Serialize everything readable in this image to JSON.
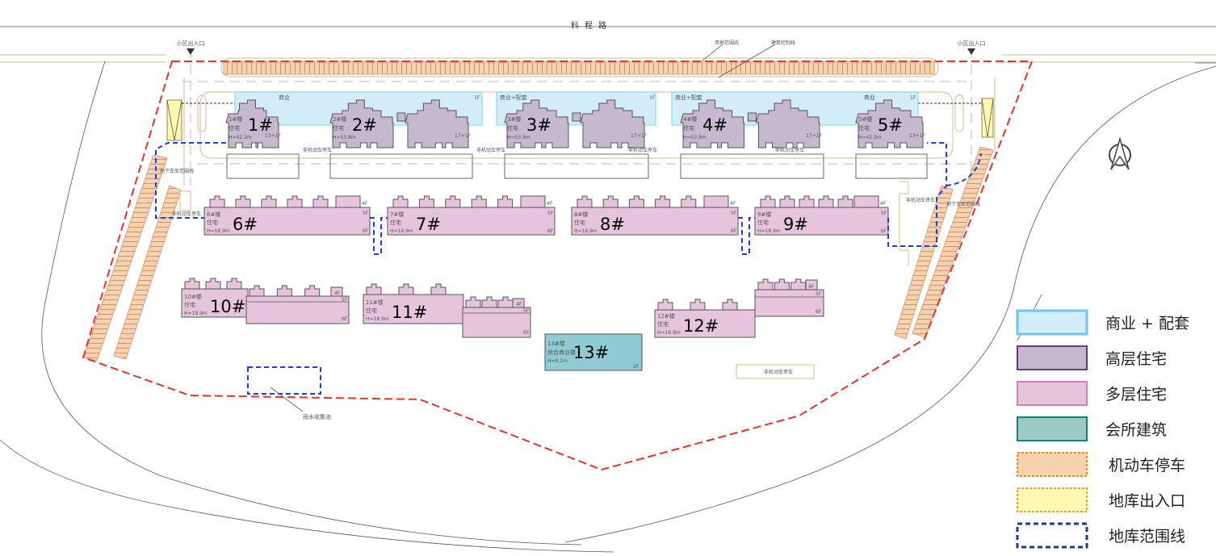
{
  "road_name": "科 程 路",
  "entrances": [
    "小区出入口",
    "小区出入口"
  ],
  "annotations": {
    "site_boundary": "用地范围线",
    "building_control": "建筑控制线",
    "basement_boundary": "地下车库范围线",
    "rain_pool": "雨水收集池",
    "nonmotor_parking": "非机动车停车"
  },
  "commercial": [
    {
      "label": "商业",
      "floors": "1F"
    },
    {
      "label": "商业+配套",
      "floors": "1F"
    },
    {
      "label": "商业+配套",
      "label2": "商业",
      "floors": "1F"
    }
  ],
  "buildings": [
    {
      "id": "1#",
      "name": "1#楼",
      "use": "住宅",
      "height": "H=42.2m",
      "floors": "13+1F"
    },
    {
      "id": "2#",
      "name": "2#楼",
      "use": "住宅",
      "height": "H=53.8m",
      "floors": "17+1F"
    },
    {
      "id": "3#",
      "name": "3#楼",
      "use": "住宅",
      "height": "H=53.8m",
      "floors": "17+1F"
    },
    {
      "id": "4#",
      "name": "4#楼",
      "use": "住宅",
      "height": "H=53.8m",
      "floors": "17+1F"
    },
    {
      "id": "5#",
      "name": "5#楼",
      "use": "住宅",
      "height": "H=42.2m",
      "floors": "13+1F"
    },
    {
      "id": "6#",
      "name": "6#楼",
      "use": "住宅",
      "height": "H=18.9m",
      "floors": [
        "4F",
        "5F",
        "6F"
      ]
    },
    {
      "id": "7#",
      "name": "7#楼",
      "use": "住宅",
      "height": "H=18.9m",
      "floors": [
        "4F",
        "5F",
        "6F"
      ]
    },
    {
      "id": "8#",
      "name": "8#楼",
      "use": "住宅",
      "height": "H=18.9m",
      "floors": [
        "4F",
        "5F",
        "6F"
      ]
    },
    {
      "id": "9#",
      "name": "9#楼",
      "use": "住宅",
      "height": "H=18.9m",
      "floors": [
        "4F",
        "5F",
        "6F"
      ]
    },
    {
      "id": "10#",
      "name": "10#楼",
      "use": "住宅",
      "height": "H=18.9m",
      "floors": [
        "4F",
        "5F",
        "6F"
      ]
    },
    {
      "id": "11#",
      "name": "11#楼",
      "use": "住宅",
      "height": "H=18.9m",
      "floors": [
        "4F",
        "5F",
        "6F"
      ]
    },
    {
      "id": "12#",
      "name": "12#楼",
      "use": "住宅",
      "height": "H=18.9m",
      "floors": [
        "4F",
        "5F",
        "6F"
      ]
    },
    {
      "id": "13#",
      "name": "13#楼",
      "use": "综合商业楼",
      "height": "H=8.2m",
      "floors": "2F"
    }
  ],
  "legend": [
    {
      "label": "商业 + 配套",
      "fill": "#d2ecf8",
      "stroke": "#6cc6ee"
    },
    {
      "label": "高层住宅",
      "fill": "#c6b8cd",
      "stroke": "#6a3a80"
    },
    {
      "label": "多层住宅",
      "fill": "#e6c4dc",
      "stroke": "#d080b8"
    },
    {
      "label": "会所建筑",
      "fill": "#9ccac4",
      "stroke": "#1a8070"
    },
    {
      "label": "机动车停车",
      "fill": "#f6d2ad",
      "stroke": "#f08a20"
    },
    {
      "label": "地库出入口",
      "fill": "#fff8b0",
      "stroke": "#f0a030"
    },
    {
      "label": "地库范围线",
      "fill": "#ffffff",
      "stroke": "#1a3a90"
    }
  ]
}
